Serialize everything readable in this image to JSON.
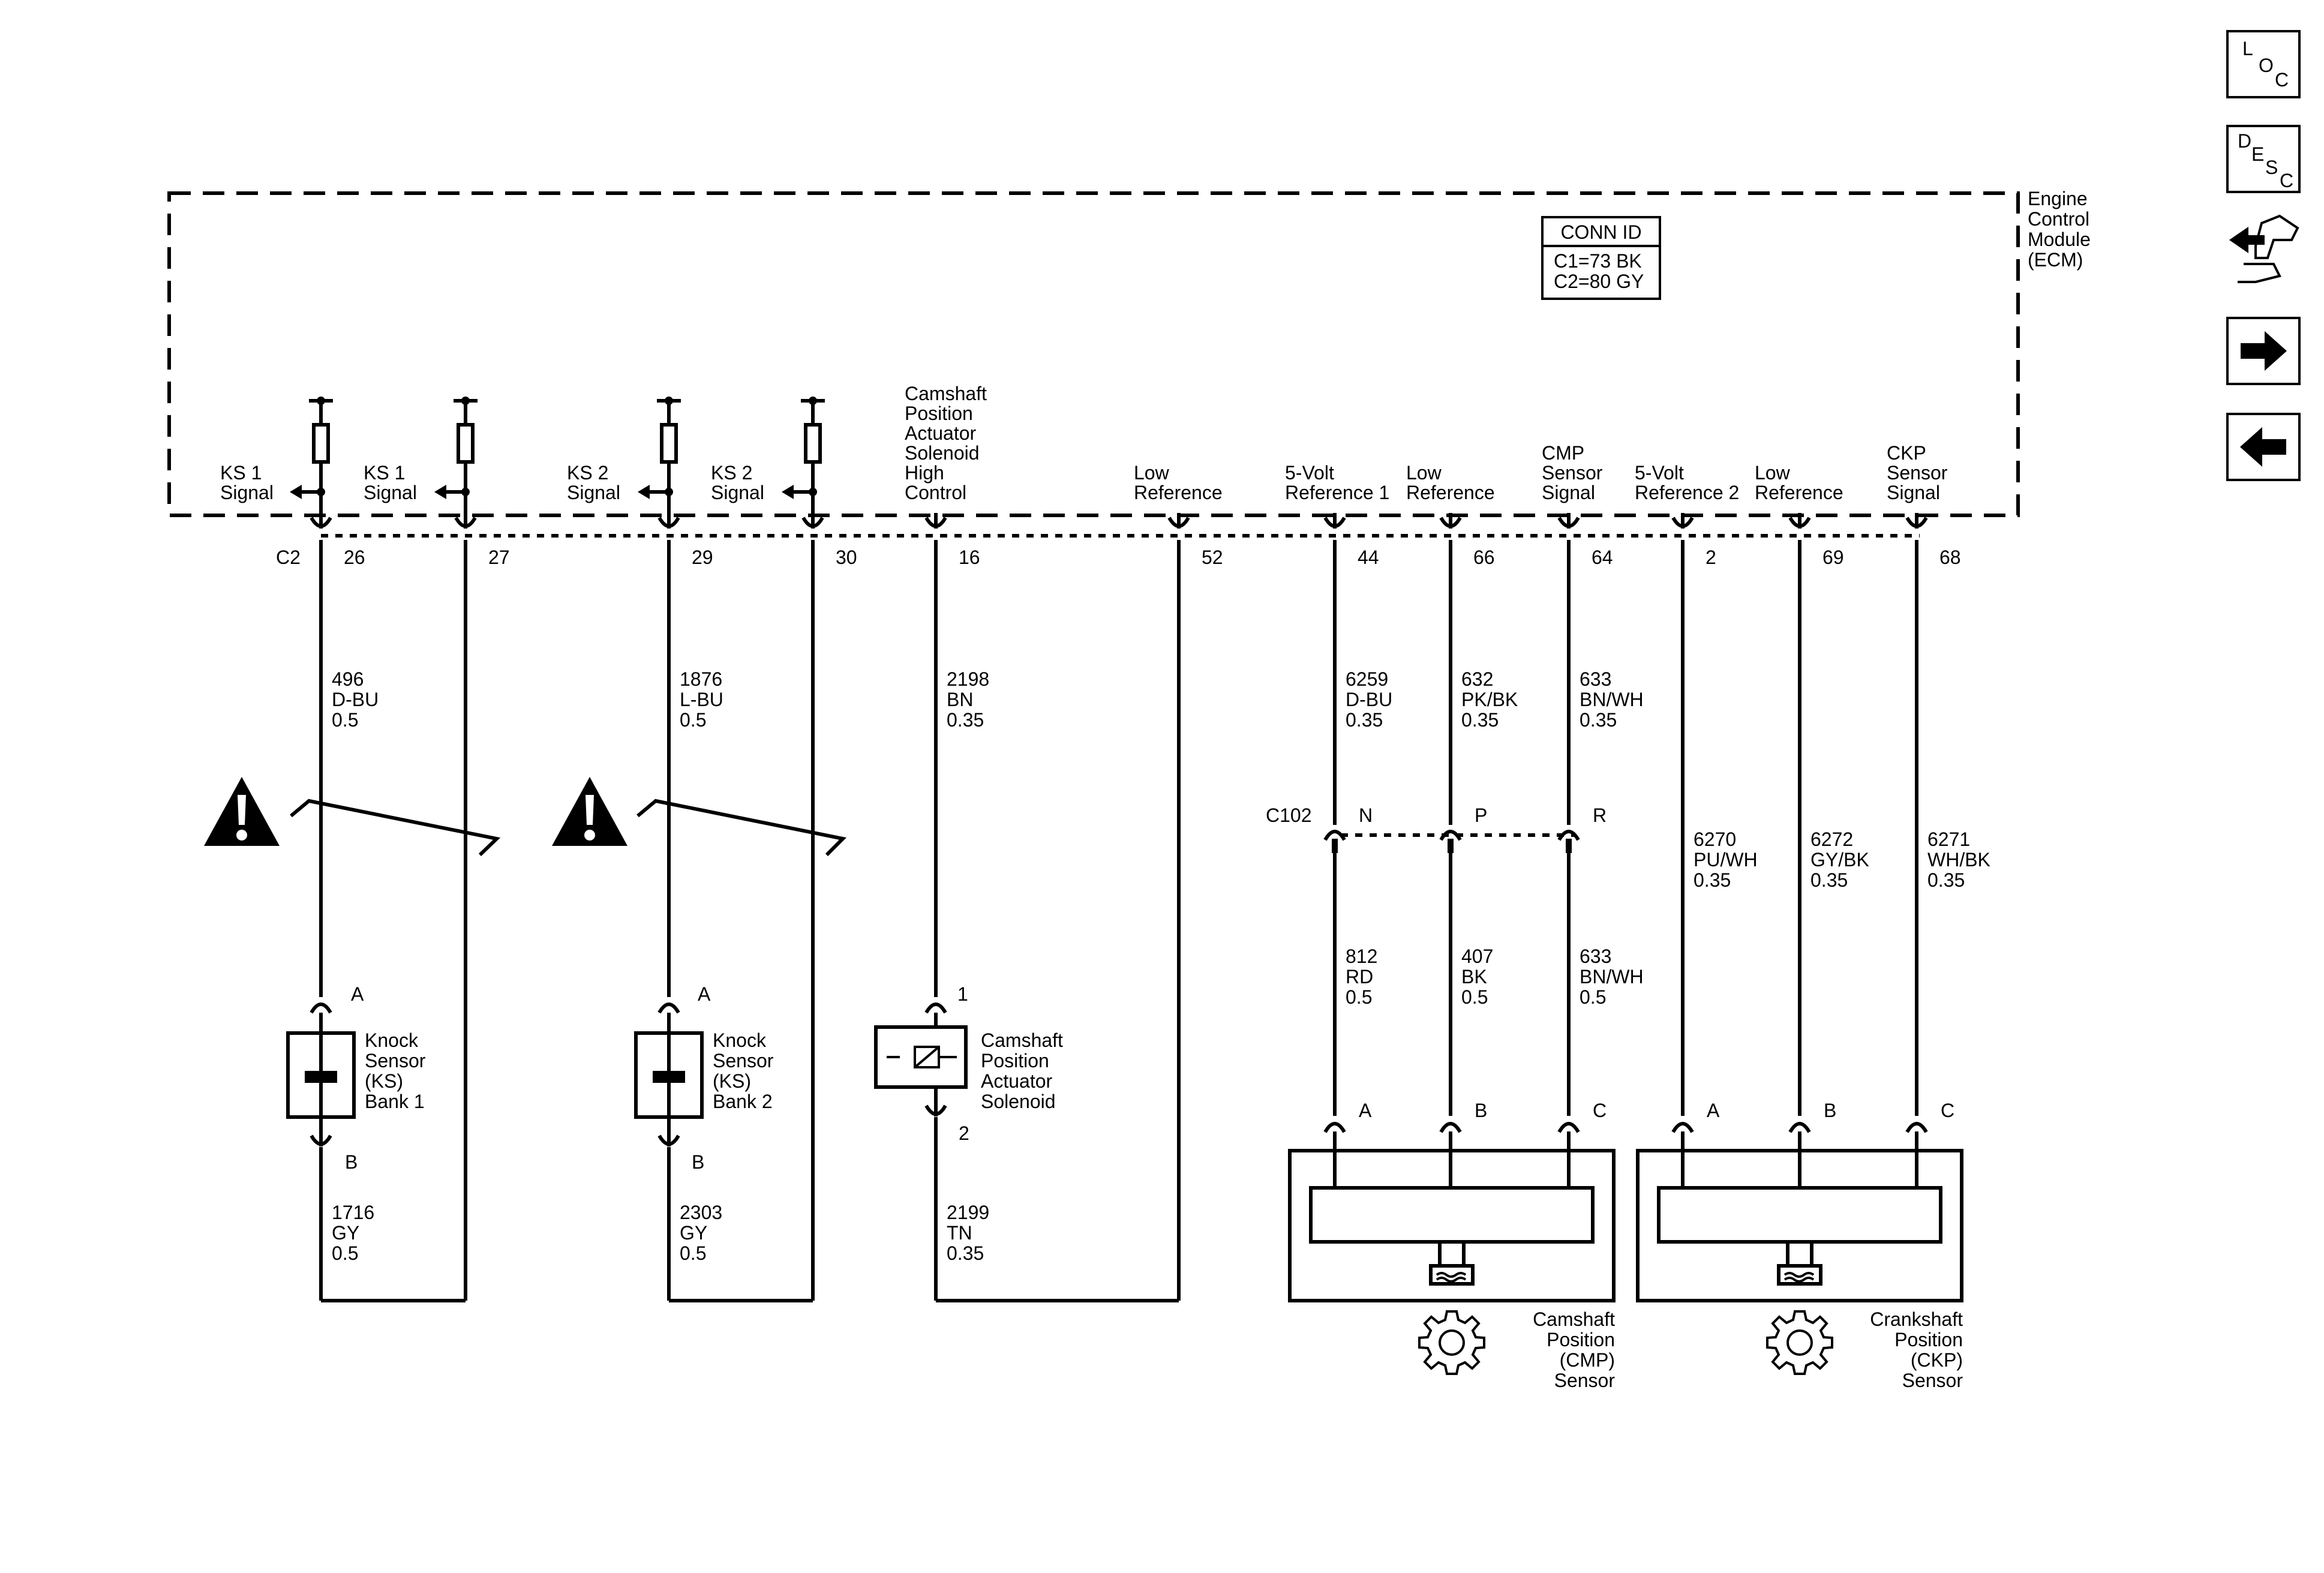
{
  "nav": {
    "loc": [
      "L",
      "O",
      "C"
    ],
    "desc": [
      "D",
      "E",
      "S",
      "C"
    ],
    "icons": [
      "loc-icon",
      "desc-icon",
      "connector-tool-icon",
      "next-arrow-icon",
      "previous-arrow-icon"
    ]
  },
  "ecm": {
    "name_lines": [
      "Engine",
      "Control",
      "Module",
      "(ECM)"
    ],
    "conn_id_title": "CONN ID",
    "conn_id_lines": [
      "C1=73 BK",
      "C2=80 GY"
    ],
    "connector": "C2"
  },
  "circuits": [
    {
      "label": [
        "KS 1",
        "Signal"
      ],
      "pin": "26",
      "wire": [
        "496",
        "D-BU",
        "0.5"
      ]
    },
    {
      "label": [
        "KS 1",
        "Signal"
      ],
      "pin": "27",
      "wire": []
    },
    {
      "label": [
        "KS 2",
        "Signal"
      ],
      "pin": "29",
      "wire": [
        "1876",
        "L-BU",
        "0.5"
      ]
    },
    {
      "label": [
        "KS 2",
        "Signal"
      ],
      "pin": "30",
      "wire": []
    },
    {
      "label": [
        "Camshaft",
        "Position",
        "Actuator",
        "Solenoid",
        "High",
        "Control"
      ],
      "pin": "16",
      "wire": [
        "2198",
        "BN",
        "0.35"
      ]
    },
    {
      "label": [
        "Low",
        "Reference"
      ],
      "pin": "52",
      "wire": []
    },
    {
      "label": [
        "5-Volt",
        "Reference 1"
      ],
      "pin": "44",
      "wire": [
        "6259",
        "D-BU",
        "0.35"
      ]
    },
    {
      "label": [
        "Low",
        "Reference"
      ],
      "pin": "66",
      "wire": [
        "632",
        "PK/BK",
        "0.35"
      ]
    },
    {
      "label": [
        "CMP",
        "Sensor",
        "Signal"
      ],
      "pin": "64",
      "wire": [
        "633",
        "BN/WH",
        "0.35"
      ]
    },
    {
      "label": [
        "5-Volt",
        "Reference 2"
      ],
      "pin": "2",
      "wire": [
        "6270",
        "PU/WH",
        "0.35"
      ]
    },
    {
      "label": [
        "Low",
        "Reference"
      ],
      "pin": "69",
      "wire": [
        "6272",
        "GY/BK",
        "0.35"
      ]
    },
    {
      "label": [
        "CKP",
        "Sensor",
        "Signal"
      ],
      "pin": "68",
      "wire": [
        "6271",
        "WH/BK",
        "0.35"
      ]
    }
  ],
  "inline_connector": {
    "name": "C102",
    "pins": [
      "N",
      "P",
      "R"
    ],
    "lower_wires": [
      [
        "812",
        "RD",
        "0.5"
      ],
      [
        "407",
        "BK",
        "0.5"
      ],
      [
        "633",
        "BN/WH",
        "0.5"
      ]
    ]
  },
  "knock_sensor_1": {
    "name_lines": [
      "Knock",
      "Sensor",
      "(KS)",
      "Bank 1"
    ],
    "pin_top": "A",
    "pin_bottom": "B",
    "return_wire": [
      "1716",
      "GY",
      "0.5"
    ]
  },
  "knock_sensor_2": {
    "name_lines": [
      "Knock",
      "Sensor",
      "(KS)",
      "Bank 2"
    ],
    "pin_top": "A",
    "pin_bottom": "B",
    "return_wire": [
      "2303",
      "GY",
      "0.5"
    ]
  },
  "solenoid": {
    "name_lines": [
      "Camshaft",
      "Position",
      "Actuator",
      "Solenoid"
    ],
    "pin_top": "1",
    "pin_bottom": "2",
    "return_wire": [
      "2199",
      "TN",
      "0.35"
    ]
  },
  "cmp_sensor": {
    "name_lines": [
      "Camshaft",
      "Position",
      "(CMP)",
      "Sensor"
    ],
    "pins": [
      "A",
      "B",
      "C"
    ]
  },
  "ckp_sensor": {
    "name_lines": [
      "Crankshaft",
      "Position",
      "(CKP)",
      "Sensor"
    ],
    "pins": [
      "A",
      "B",
      "C"
    ]
  }
}
